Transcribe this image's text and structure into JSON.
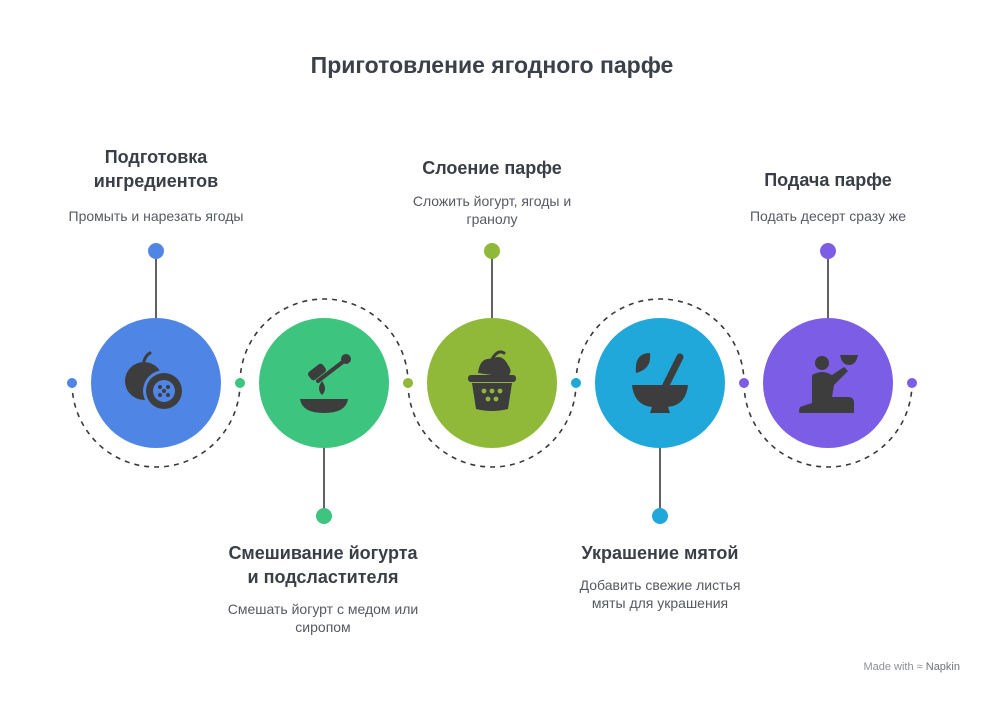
{
  "title": "Приготовление ягодного парфе",
  "steps": [
    {
      "title_lines": [
        "Подготовка",
        "ингредиентов"
      ],
      "desc_lines": [
        "Промыть и нарезать ягоды"
      ],
      "color": "#4f86e6",
      "icon": "passion-fruit-icon"
    },
    {
      "title_lines": [
        "Смешивание йогурта",
        "и подсластителя"
      ],
      "desc_lines": [
        "Смешать йогурт с медом или",
        "сиропом"
      ],
      "color": "#3dc47e",
      "icon": "honey-dipper-icon"
    },
    {
      "title_lines": [
        "Слоение парфе"
      ],
      "desc_lines": [
        "Сложить йогурт, ягоды и",
        "гранолу"
      ],
      "color": "#90b93a",
      "icon": "fruit-basket-icon"
    },
    {
      "title_lines": [
        "Украшение мятой"
      ],
      "desc_lines": [
        "Добавить свежие листья",
        "мяты для украшения"
      ],
      "color": "#1fa8d9",
      "icon": "mortar-pestle-icon"
    },
    {
      "title_lines": [
        "Подача парфе"
      ],
      "desc_lines": [
        "Подать десерт сразу же"
      ],
      "color": "#7c5ee6",
      "icon": "serving-person-icon"
    }
  ],
  "footer": {
    "made_with": "Made with",
    "brand": "Napkin"
  }
}
